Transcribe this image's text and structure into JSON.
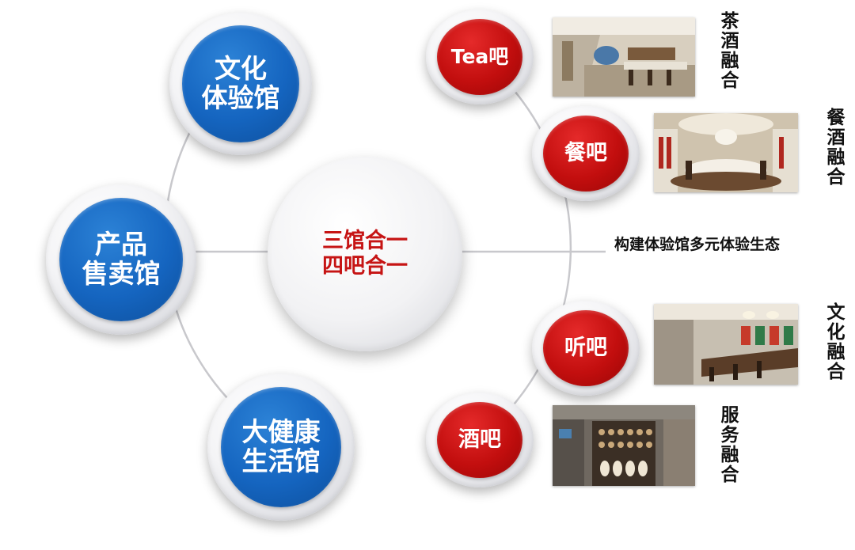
{
  "center": {
    "line1": "三馆合一",
    "line2": "四吧合一"
  },
  "halls": [
    {
      "line1": "文化",
      "line2": "体验馆"
    },
    {
      "line1": "产品",
      "line2": "售卖馆"
    },
    {
      "line1": "大健康",
      "line2": "生活馆"
    }
  ],
  "bars": [
    {
      "label": "Tea吧",
      "caption": "茶酒融合"
    },
    {
      "label": "餐吧",
      "caption": "餐酒融合"
    },
    {
      "label": "听吧",
      "caption": "文化融合"
    },
    {
      "label": "酒吧",
      "caption": "服务融合"
    }
  ],
  "tagline": "构建体验馆多元体验生态",
  "colors": {
    "blue": "#1565c0",
    "red": "#c20e0e",
    "center_text": "#c61414",
    "line": "#c8c8cc"
  }
}
